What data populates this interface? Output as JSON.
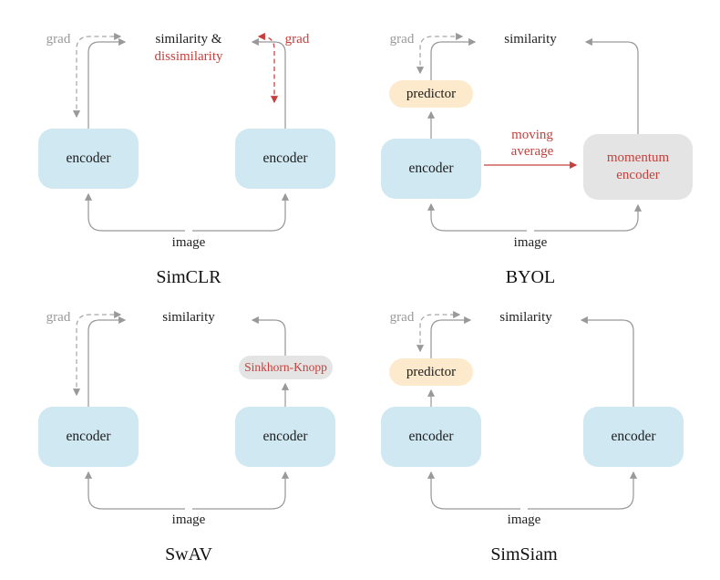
{
  "colors": {
    "encoder_fill": "#cfe8f2",
    "predictor_fill": "#fdeacc",
    "aux_box_fill": "#e4e4e4",
    "accent_red": "#c5403c",
    "muted_gray": "#999999",
    "ink": "#1d1d1d"
  },
  "panels": {
    "simclr": {
      "title": "SimCLR",
      "grad_left": "grad",
      "grad_right": "grad",
      "loss_line1": "similarity &",
      "loss_line2": "dissimilarity",
      "encoder_left": "encoder",
      "encoder_right": "encoder",
      "image": "image"
    },
    "byol": {
      "title": "BYOL",
      "grad": "grad",
      "loss": "similarity",
      "predictor": "predictor",
      "encoder": "encoder",
      "moving_line1": "moving",
      "moving_line2": "average",
      "momentum_line1": "momentum",
      "momentum_line2": "encoder",
      "image": "image"
    },
    "swav": {
      "title": "SwAV",
      "grad": "grad",
      "loss": "similarity",
      "sinkhorn": "Sinkhorn-Knopp",
      "encoder_left": "encoder",
      "encoder_right": "encoder",
      "image": "image"
    },
    "simsiam": {
      "title": "SimSiam",
      "grad": "grad",
      "loss": "similarity",
      "predictor": "predictor",
      "encoder_left": "encoder",
      "encoder_right": "encoder",
      "image": "image"
    }
  }
}
